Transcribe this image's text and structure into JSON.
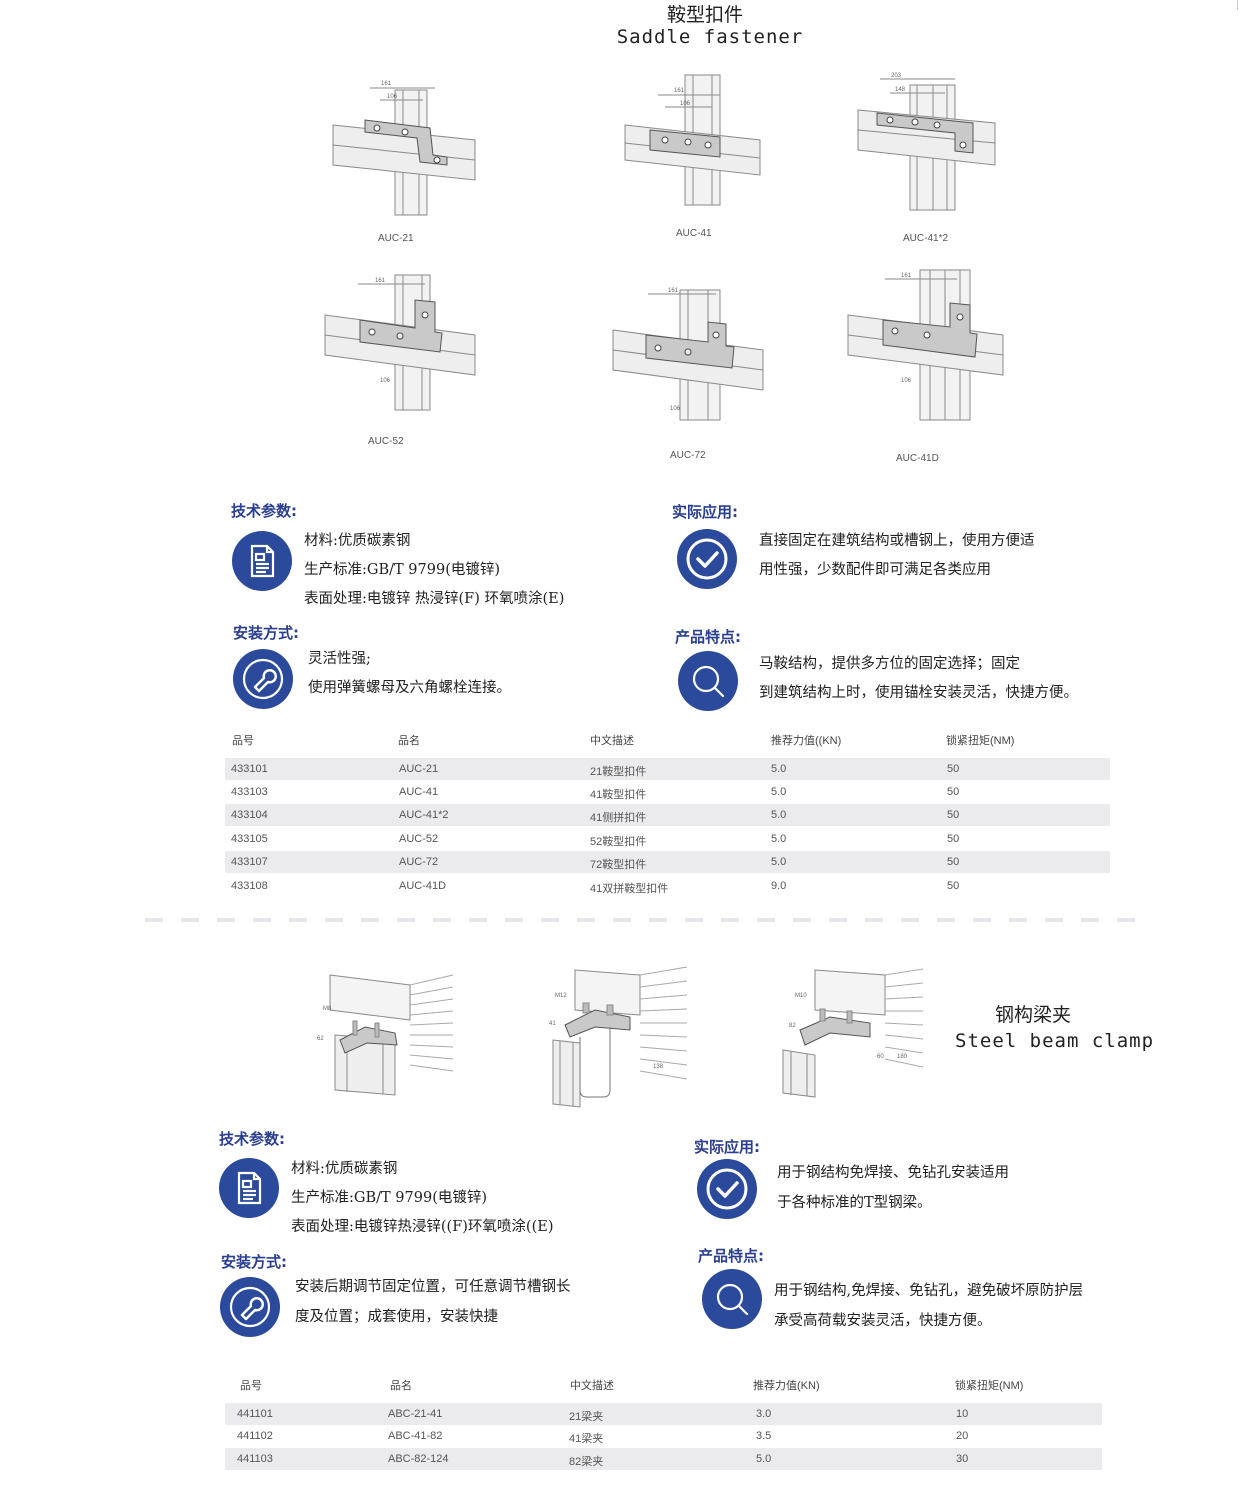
{
  "section1": {
    "title_cn": "鞍型扣件",
    "title_en": "Saddle fastener",
    "figures": [
      "AUC-21",
      "AUC-41",
      "AUC-41*2",
      "AUC-52",
      "AUC-72",
      "AUC-41D"
    ],
    "tech": {
      "heading": "技术参数:",
      "lines": [
        "材料:优质碳素钢",
        "生产标准:GB/T 9799(电镀锌)",
        "表面处理:电镀锌 热浸锌(F) 环氧喷涂(E)"
      ]
    },
    "install": {
      "heading": "安装方式:",
      "lines": [
        "灵活性强;",
        "使用弹簧螺母及六角螺栓连接。"
      ]
    },
    "application": {
      "heading": "实际应用:",
      "lines": [
        "直接固定在建筑结构或槽钢上，使用方便适",
        "用性强，少数配件即可满足各类应用"
      ]
    },
    "features": {
      "heading": "产品特点:",
      "lines": [
        "马鞍结构，提供多方位的固定选择；固定",
        "到建筑结构上时，使用锚栓安装灵活，快捷方便。"
      ]
    },
    "table": {
      "headers": [
        "品号",
        "品名",
        "中文描述",
        "推荐力值((KN)",
        "锁紧扭矩(NM)"
      ],
      "rows": [
        [
          "433101",
          "AUC-21",
          "21鞍型扣件",
          "5.0",
          "50"
        ],
        [
          "433103",
          "AUC-41",
          "41鞍型扣件",
          "5.0",
          "50"
        ],
        [
          "433104",
          "AUC-41*2",
          "41侧拼扣件",
          "5.0",
          "50"
        ],
        [
          "433105",
          "AUC-52",
          "52鞍型扣件",
          "5.0",
          "50"
        ],
        [
          "433107",
          "AUC-72",
          "72鞍型扣件",
          "5.0",
          "50"
        ],
        [
          "433108",
          "AUC-41D",
          "41双拼鞍型扣件",
          "9.0",
          "50"
        ]
      ]
    }
  },
  "section2": {
    "title_cn": "钢构梁夹",
    "title_en": "Steel beam clamp",
    "tech": {
      "heading": "技术参数:",
      "lines": [
        "材料:优质碳素钢",
        "生产标准:GB/T 9799(电镀锌)",
        "表面处理:电镀锌热浸锌((F)环氧喷涂((E)"
      ]
    },
    "install": {
      "heading": "安装方式:",
      "lines": [
        "安装后期调节固定位置，可任意调节槽钢长",
        "度及位置；成套使用，安装快捷"
      ]
    },
    "application": {
      "heading": "实际应用:",
      "lines": [
        "用于钢结构免焊接、免钻孔安装适用",
        "于各种标准的T型钢梁。"
      ]
    },
    "features": {
      "heading": "产品特点:",
      "lines": [
        "用于钢结构,免焊接、免钻孔，避免破坏原防护层",
        "承受高荷载安装灵活，快捷方便。"
      ]
    },
    "table": {
      "headers": [
        "品号",
        "品名",
        "中文描述",
        "推荐力值(KN)",
        "锁紧扭矩(NM)"
      ],
      "rows": [
        [
          "441101",
          "ABC-21-41",
          "21梁夹",
          "3.0",
          "10"
        ],
        [
          "441102",
          "ABC-41-82",
          "41梁夹",
          "3.5",
          "20"
        ],
        [
          "441103",
          "ABC-82-124",
          "82梁夹",
          "5.0",
          "30"
        ]
      ]
    }
  },
  "colors": {
    "accent": "#2b4a9b",
    "heading": "#2a3f8f",
    "row_shade": "#ebebed"
  },
  "icons": [
    "document-icon",
    "check-circle-icon",
    "wrench-icon",
    "magnifier-icon"
  ]
}
